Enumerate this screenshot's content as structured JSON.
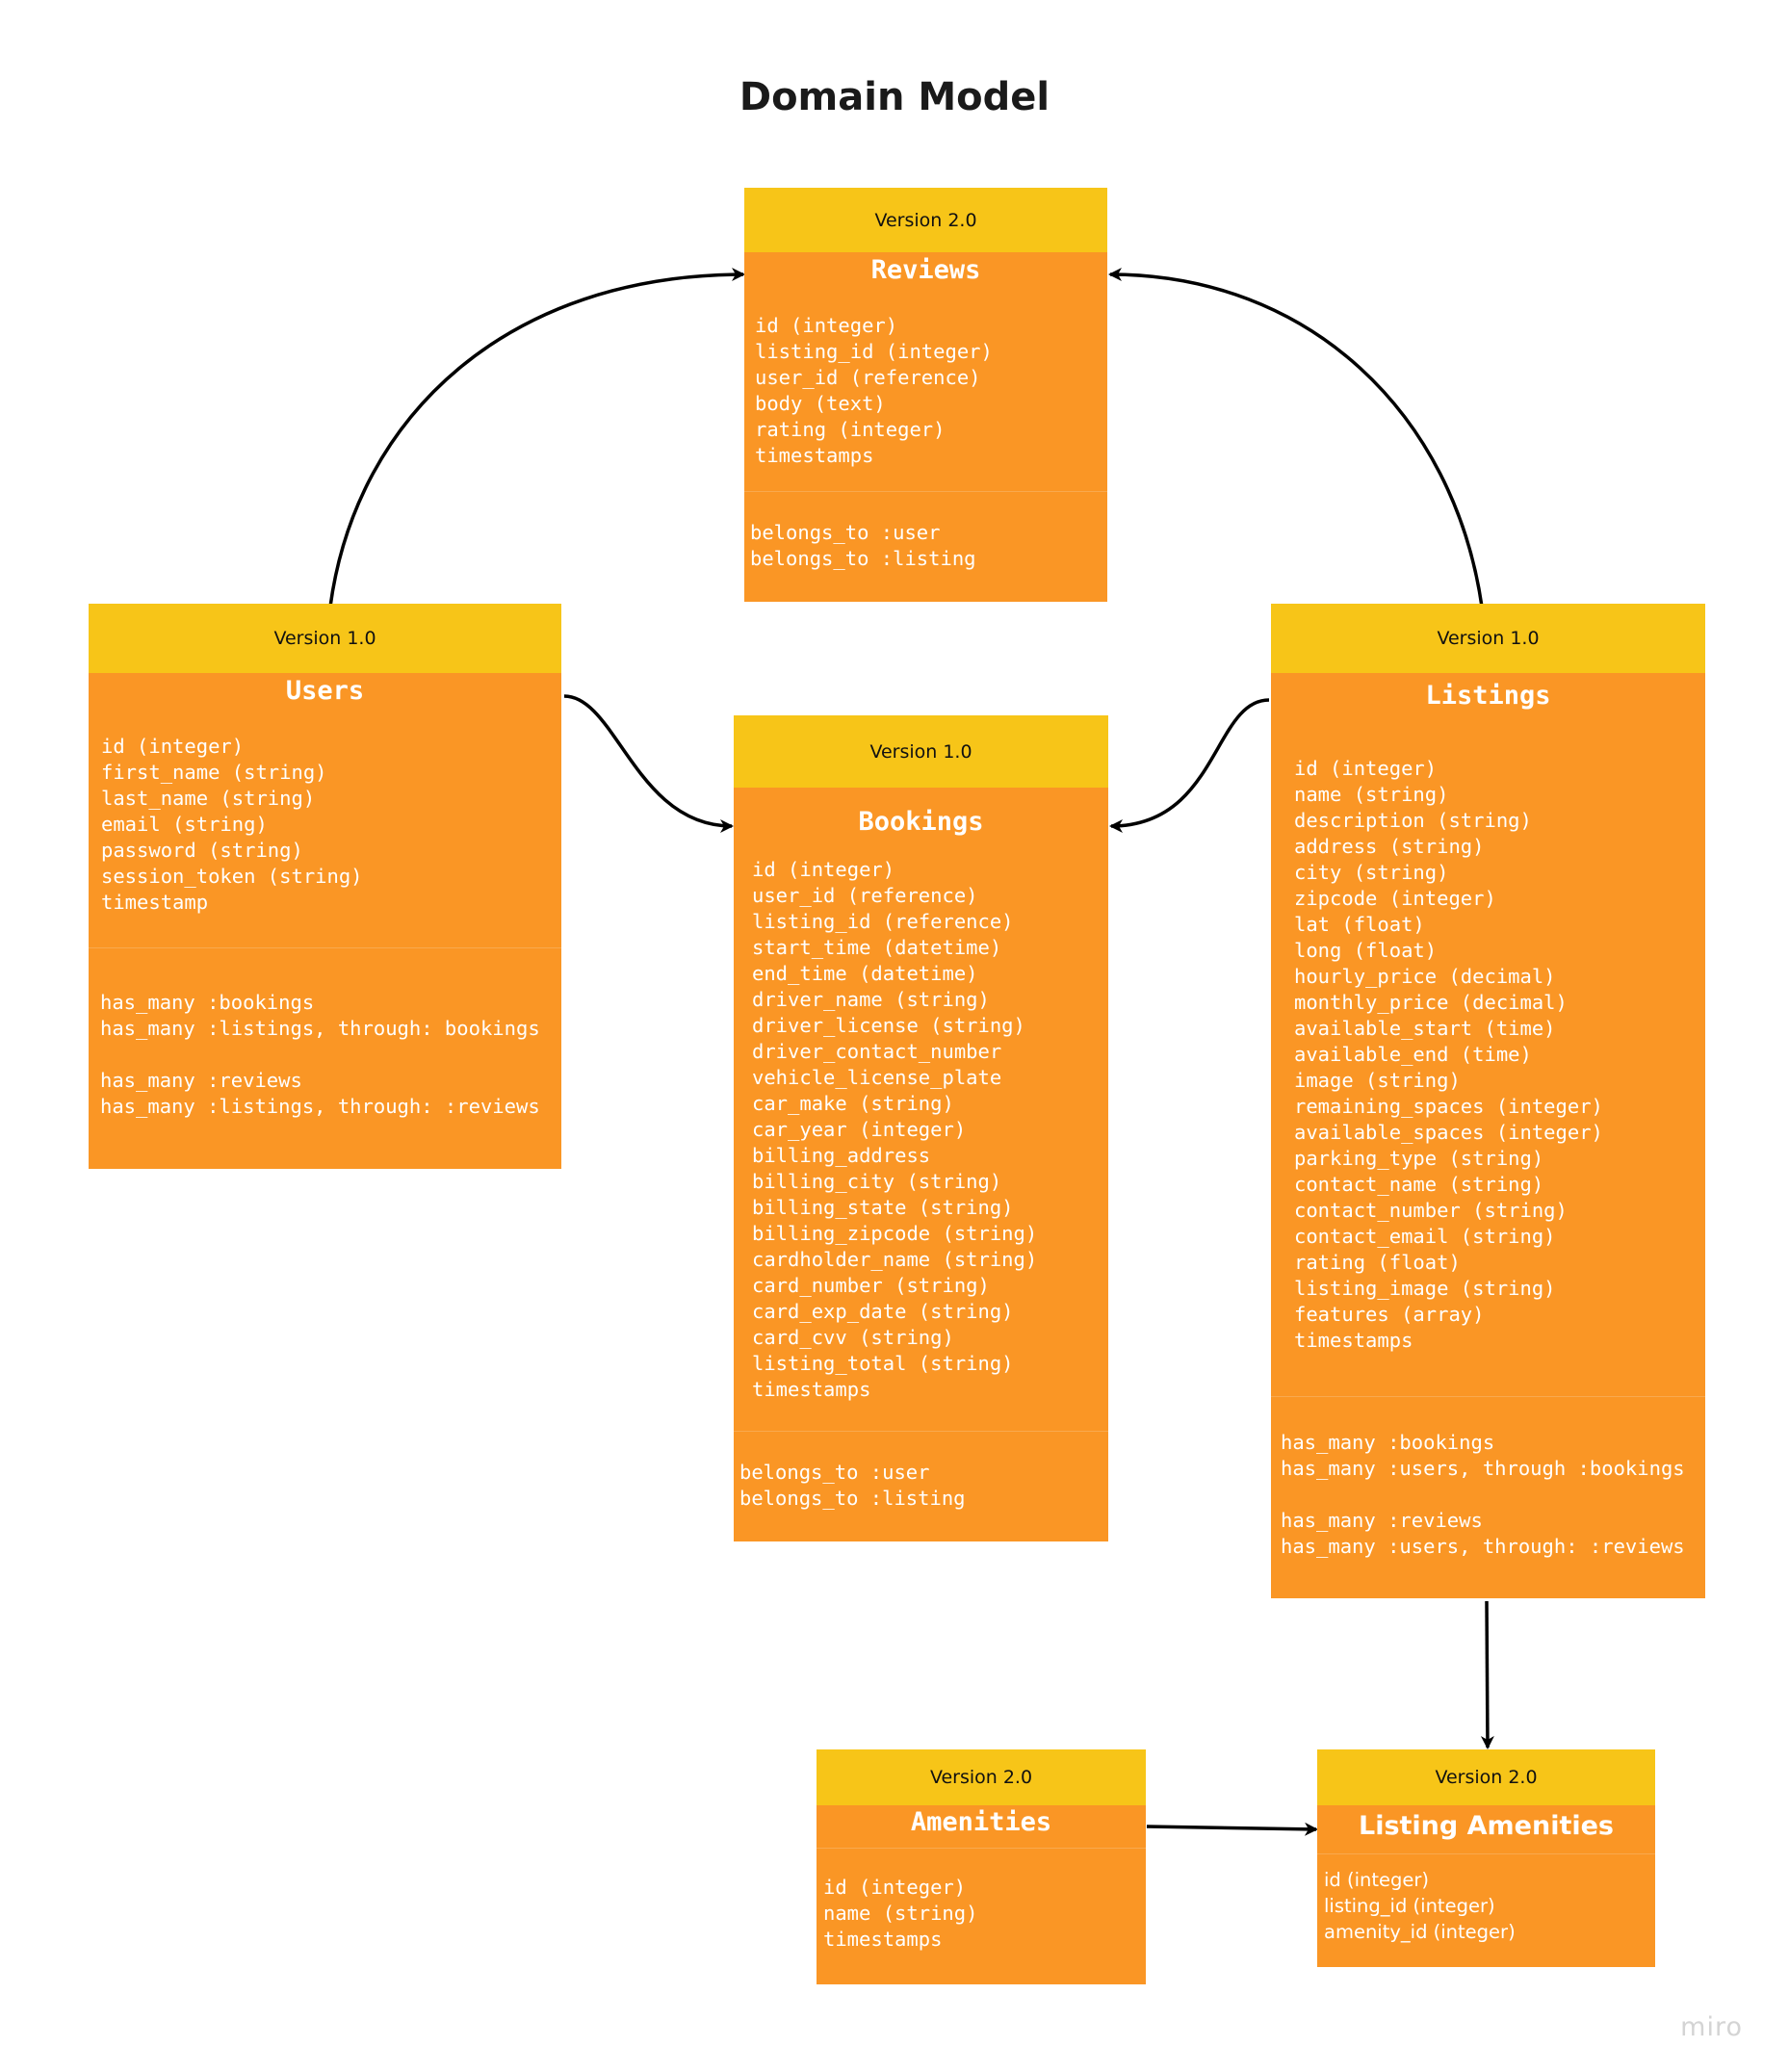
{
  "title": "Domain Model",
  "watermark": "miro",
  "colors": {
    "header": "#f7c518",
    "body": "#fa9625",
    "text": "#ffffff",
    "arrow": "#000000"
  },
  "entities": {
    "reviews": {
      "version": "Version 2.0",
      "name": "Reviews",
      "fields": [
        "id (integer)",
        "listing_id (integer)",
        "user_id (reference)",
        "body (text)",
        "rating (integer)",
        "timestamps"
      ],
      "associations": [
        "belongs_to :user",
        "belongs_to :listing"
      ]
    },
    "users": {
      "version": "Version 1.0",
      "name": "Users",
      "fields": [
        "id (integer)",
        "first_name (string)",
        "last_name (string)",
        "email (string)",
        "password (string)",
        "session_token (string)",
        "timestamp"
      ],
      "associations": [
        "has_many :bookings",
        "has_many :listings, through: bookings",
        "",
        "has_many :reviews",
        "has_many :listings, through: :reviews"
      ]
    },
    "bookings": {
      "version": "Version 1.0",
      "name": "Bookings",
      "fields": [
        "id (integer)",
        "user_id (reference)",
        "listing_id (reference)",
        "start_time (datetime)",
        "end_time (datetime)",
        "driver_name (string)",
        "driver_license (string)",
        "driver_contact_number",
        "vehicle_license_plate",
        "car_make (string)",
        "car_year (integer)",
        "billing_address",
        "billing_city (string)",
        "billing_state (string)",
        "billing_zipcode (string)",
        "cardholder_name (string)",
        "card_number (string)",
        "card_exp_date (string)",
        "card_cvv (string)",
        "listing_total (string)",
        "timestamps"
      ],
      "associations": [
        "belongs_to :user",
        "belongs_to :listing"
      ]
    },
    "listings": {
      "version": "Version 1.0",
      "name": "Listings",
      "fields": [
        "id (integer)",
        "name (string)",
        "description (string)",
        "address (string)",
        "city (string)",
        "zipcode (integer)",
        "lat (float)",
        "long (float)",
        "hourly_price (decimal)",
        "monthly_price (decimal)",
        "available_start (time)",
        "available_end (time)",
        "image (string)",
        "remaining_spaces (integer)",
        "available_spaces (integer)",
        "parking_type (string)",
        "contact_name (string)",
        "contact_number (string)",
        "contact_email (string)",
        "rating (float)",
        "listing_image (string)",
        "features (array)",
        "timestamps"
      ],
      "associations": [
        "has_many :bookings",
        "has_many :users, through :bookings",
        "",
        "has_many :reviews",
        "has_many :users, through: :reviews"
      ]
    },
    "amenities": {
      "version": "Version 2.0",
      "name": "Amenities",
      "fields": [
        "id (integer)",
        "name (string)",
        "timestamps"
      ]
    },
    "listing_amenities": {
      "version": "Version 2.0",
      "name": "Listing Amenities",
      "fields": [
        "id (integer)",
        "listing_id (integer)",
        "amenity_id (integer)"
      ]
    }
  }
}
